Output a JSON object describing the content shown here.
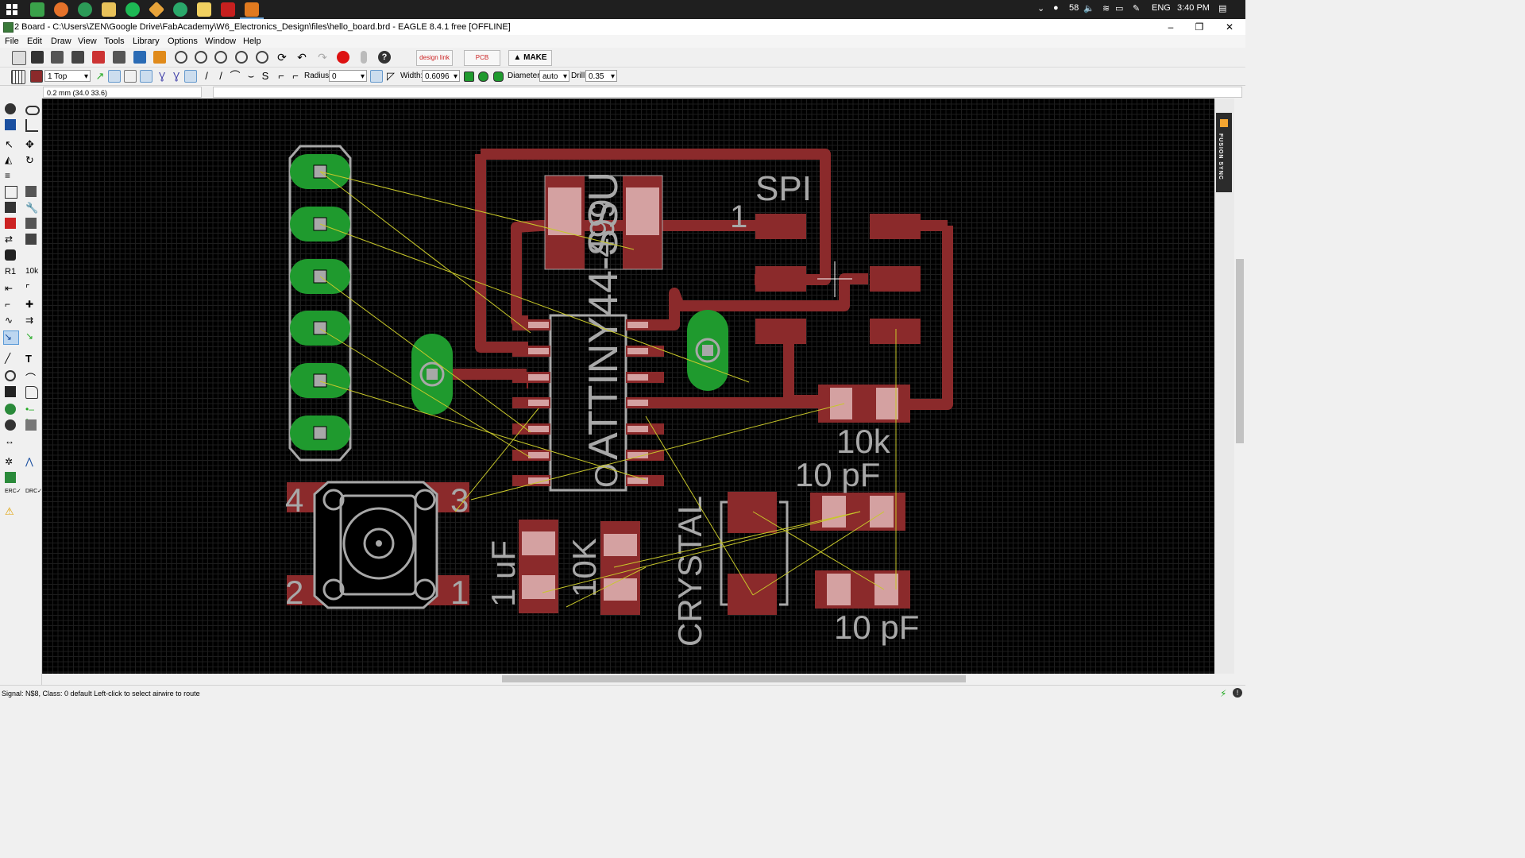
{
  "taskbar": {
    "temperature": "58",
    "language": "ENG",
    "time": "3:40 PM"
  },
  "window": {
    "title": "2 Board - C:\\Users\\ZEN\\Google Drive\\FabAcademy\\W6_Electronics_Design\\files\\hello_board.brd - EAGLE 8.4.1 free [OFFLINE]",
    "minimize": "–",
    "maximize": "❐",
    "close": "✕"
  },
  "menu": [
    "File",
    "Edit",
    "Draw",
    "View",
    "Tools",
    "Library",
    "Options",
    "Window",
    "Help"
  ],
  "toolbar": {
    "make_label": "MAKE",
    "designlink_label": "design link",
    "pcbquote_label": "PCB QUOTE"
  },
  "params": {
    "layer": "1 Top",
    "radius_label": "Radius:",
    "radius_value": "0",
    "width_label": "Width:",
    "width_value": "0.6096",
    "diameter_label": "Diameter:",
    "diameter_value": "auto",
    "drill_label": "Drill:",
    "drill_value": "0.35"
  },
  "coords": "0.2 mm (34.0 33.6)",
  "fusion_sync": "FUSION SYNC",
  "status": "Signal: N$8, Class: 0 default Left-click to select airwire to route",
  "board": {
    "spi_label": "SPI",
    "spi_pin1": "1",
    "chip_name": "ATTINY44-SSU",
    "chip_mark": "O",
    "chip_overlap": "499",
    "res_top_right": "10k",
    "cap_a": "10 pF",
    "cap_b": "10 pF",
    "cap_1uf": "1 uF",
    "res_bottom": "10K",
    "crystal": "CRYSTAL",
    "sw_pin4": "4",
    "sw_pin3": "3",
    "sw_pin2": "2",
    "sw_pin1": "1"
  },
  "colors": {
    "copper_top": "#8b2a2b",
    "pad_fill": "#d4a1a1",
    "via_green": "#1f9a2e",
    "silkscreen": "#a8a8a8",
    "airwire": "#c8c82a",
    "background": "#000000"
  }
}
